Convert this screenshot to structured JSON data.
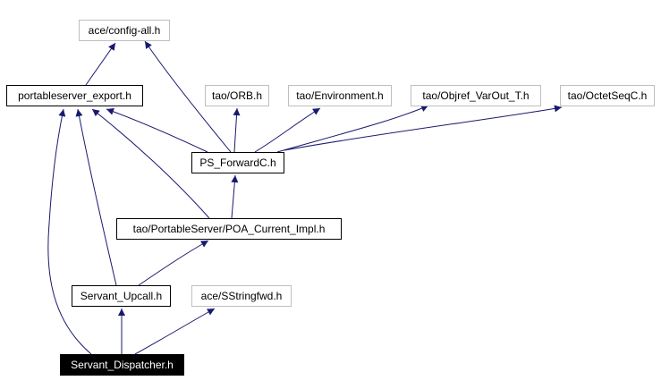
{
  "nodes": {
    "config_all": "ace/config-all.h",
    "portableserver_export": "portableserver_export.h",
    "orb": "tao/ORB.h",
    "environment": "tao/Environment.h",
    "objref": "tao/Objref_VarOut_T.h",
    "octetseq": "tao/OctetSeqC.h",
    "ps_forwardc": "PS_ForwardC.h",
    "poa_current_impl": "tao/PortableServer/POA_Current_Impl.h",
    "servant_upcall": "Servant_Upcall.h",
    "sstringfwd": "ace/SStringfwd.h",
    "servant_dispatcher": "Servant_Dispatcher.h"
  },
  "edges": [
    {
      "from": "portableserver_export",
      "to": "config_all"
    },
    {
      "from": "ps_forwardc",
      "to": "config_all"
    },
    {
      "from": "ps_forwardc",
      "to": "portableserver_export"
    },
    {
      "from": "ps_forwardc",
      "to": "orb"
    },
    {
      "from": "ps_forwardc",
      "to": "environment"
    },
    {
      "from": "ps_forwardc",
      "to": "objref"
    },
    {
      "from": "ps_forwardc",
      "to": "octetseq"
    },
    {
      "from": "poa_current_impl",
      "to": "portableserver_export"
    },
    {
      "from": "poa_current_impl",
      "to": "ps_forwardc"
    },
    {
      "from": "servant_upcall",
      "to": "portableserver_export"
    },
    {
      "from": "servant_upcall",
      "to": "poa_current_impl"
    },
    {
      "from": "servant_dispatcher",
      "to": "portableserver_export"
    },
    {
      "from": "servant_dispatcher",
      "to": "servant_upcall"
    },
    {
      "from": "servant_dispatcher",
      "to": "sstringfwd"
    }
  ],
  "colors": {
    "edge": "#191970",
    "external_border": "#bfbfbf",
    "local_border": "#000000",
    "root_fill": "#000000",
    "root_text": "#ffffff"
  }
}
